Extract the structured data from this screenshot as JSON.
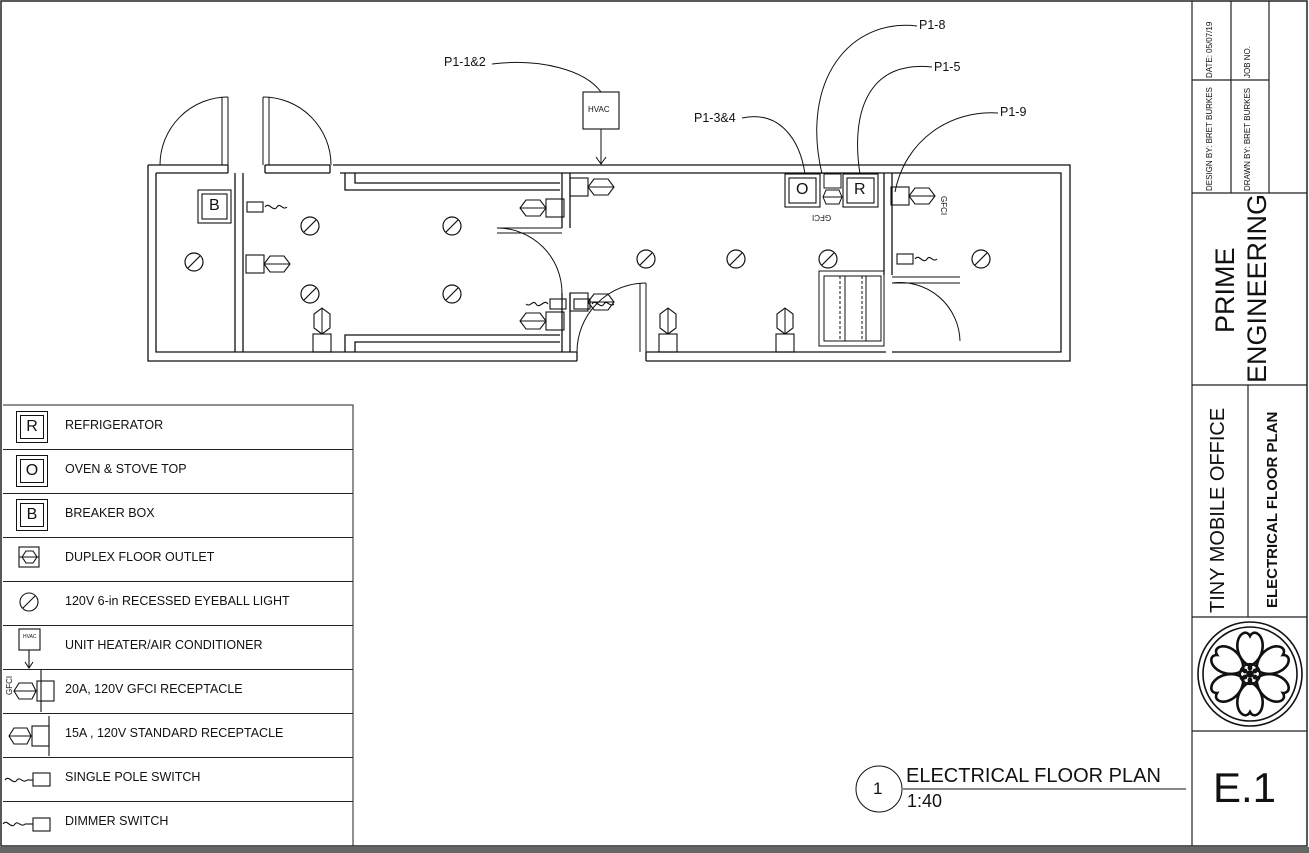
{
  "circuits": {
    "p1_1_2": "P1-1&2",
    "p1_3_4": "P1-3&4",
    "p1_8": "P1-8",
    "p1_5": "P1-5",
    "p1_9": "P1-9"
  },
  "plan_tags": {
    "hvac": "HVAC",
    "breaker": "B",
    "oven": "O",
    "fridge": "R",
    "gfci": "GFCI"
  },
  "legend": [
    {
      "symbol": "R",
      "label": "REFRIGERATOR"
    },
    {
      "symbol": "O",
      "label": "OVEN & STOVE TOP"
    },
    {
      "symbol": "B",
      "label": "BREAKER BOX"
    },
    {
      "symbol": "duplex-floor-outlet",
      "label": "DUPLEX FLOOR OUTLET"
    },
    {
      "symbol": "recessed-light",
      "label": "120V 6-in RECESSED EYEBALL LIGHT"
    },
    {
      "symbol": "HVAC",
      "label": "UNIT HEATER/AIR CONDITIONER"
    },
    {
      "symbol": "GFCI",
      "label": "20A, 120V GFCI RECEPTACLE"
    },
    {
      "symbol": "standard-receptacle",
      "label": "15A , 120V STANDARD RECEPTACLE"
    },
    {
      "symbol": "single-pole-switch",
      "label": "SINGLE POLE SWITCH"
    },
    {
      "symbol": "dimmer-switch",
      "label": "DIMMER SWITCH"
    }
  ],
  "view_title": {
    "number": "1",
    "name": "ELECTRICAL FLOOR PLAN",
    "scale": "1:40"
  },
  "title_block": {
    "date": "DATE: 05/07/19",
    "job_no": "JOB NO.",
    "design_by": "DESIGN BY: BRET BURKES",
    "drawn_by": "DRAWN BY: BRET BURKES",
    "firm_line1": "PRIME",
    "firm_line2": "ENGINEERING",
    "project": "TINY MOBILE OFFICE",
    "sheet_title": "ELECTRICAL FLOOR PLAN",
    "sheet_number": "E.1"
  }
}
